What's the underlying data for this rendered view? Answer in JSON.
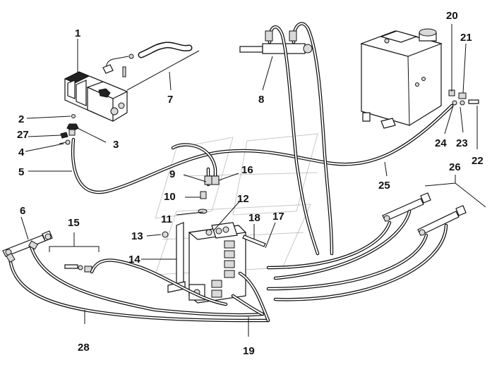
{
  "diagram": {
    "background": "#ffffff",
    "line_color": "#111111",
    "labels": [
      "1",
      "2",
      "3",
      "4",
      "5",
      "6",
      "7",
      "8",
      "9",
      "10",
      "11",
      "12",
      "13",
      "14",
      "15",
      "16",
      "17",
      "18",
      "19",
      "20",
      "21",
      "22",
      "23",
      "24",
      "25",
      "26",
      "27",
      "28"
    ]
  }
}
